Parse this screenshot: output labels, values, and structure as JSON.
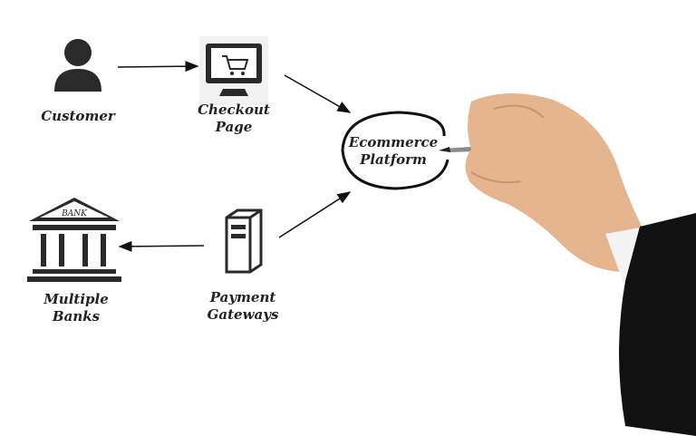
{
  "nodes": {
    "customer": {
      "label": "Customer"
    },
    "checkout": {
      "line1": "Checkout",
      "line2": "Page"
    },
    "platform": {
      "line1": "Ecommerce",
      "line2": "Platform"
    },
    "banks": {
      "line1": "Multiple",
      "line2": "Banks",
      "sign": "BANK"
    },
    "gateways": {
      "line1": "Payment",
      "line2": "Gateways"
    }
  },
  "colors": {
    "ink": "#1a1a1a",
    "sleeve": "#111111",
    "skin": "#e8b894"
  }
}
